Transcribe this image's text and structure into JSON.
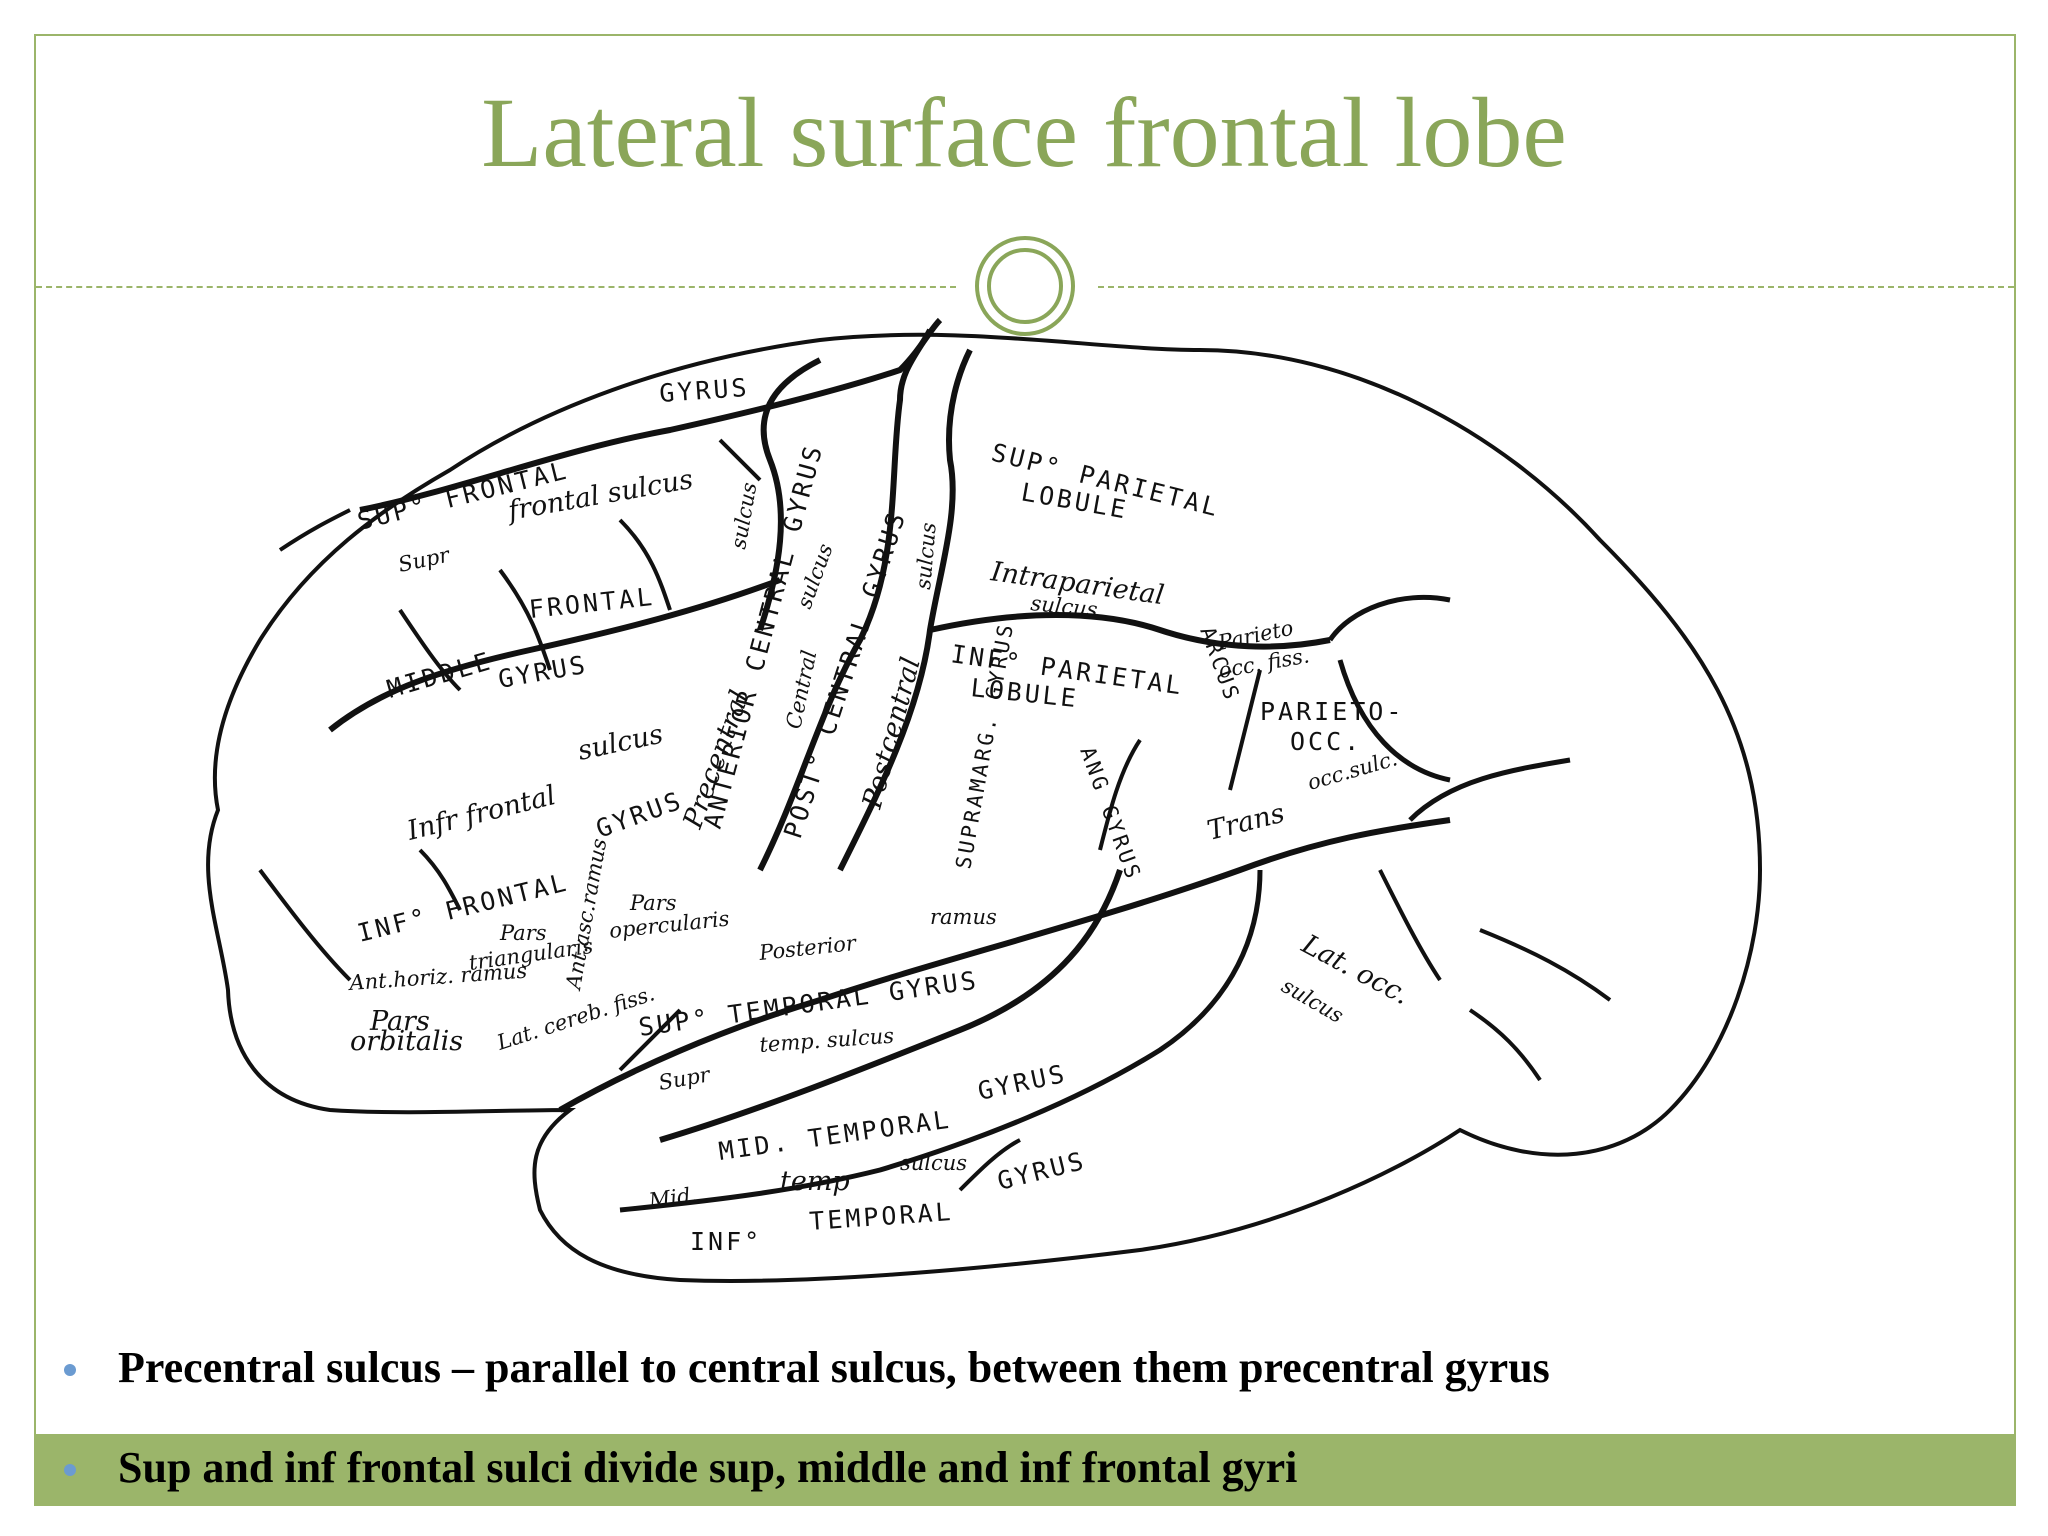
{
  "slide": {
    "title": "Lateral surface frontal lobe"
  },
  "diagram": {
    "labels": {
      "gyrus_top": "GYRUS",
      "sup_frontal": "SUP° FRONTAL",
      "sup_frontal_sulcus_a": "Supr",
      "sup_frontal_sulcus_b": "frontal sulcus",
      "middle": "MIDDLE",
      "frontal": "FRONTAL",
      "gyrus_mid": "GYRUS",
      "infr_frontal_a": "Infr frontal",
      "infr_frontal_b": "sulcus",
      "gyrus_inf": "GYRUS",
      "inf_frontal": "INF° FRONTAL",
      "pars_tri_a": "Pars",
      "pars_tri_b": "triangularis",
      "ant_asc_ramus": "Ant.asc.ramus",
      "pars_operc_a": "Pars",
      "pars_operc_b": "opercularis",
      "ant_horiz_ramus": "Ant.horiz. ramus",
      "pars_orb_a": "Pars",
      "pars_orb_b": "orbitalis",
      "lat_cereb_fiss": "Lat. cereb. fiss.",
      "posterior": "Posterior",
      "ramus": "ramus",
      "sup_temporal": "SUP° TEMPORAL GYRUS",
      "supr_temp_a": "Supr",
      "supr_temp_b": "temp. sulcus",
      "mid_temporal": "MID. TEMPORAL",
      "gyrus_temp": "GYRUS",
      "mid_temp_sulcus_a": "Mid.",
      "mid_temp_sulcus_b": "temp",
      "mid_temp_sulcus_c": "sulcus",
      "inf_temporal_a": "INF°",
      "inf_temporal_b": "TEMPORAL",
      "inf_temporal_c": "GYRUS",
      "precentral_sulcus_a": "sulcus",
      "precentral_sulcus_b": "Precentral",
      "anterior_central": "ANTERIOR CENTRAL GYRUS",
      "central_sulcus_a": "Central",
      "central_sulcus_b": "sulcus",
      "post_central": "POST° CENTRAL GYRUS",
      "postcentral_sulcus_a": "Postcentral",
      "postcentral_sulcus_b": "sulcus",
      "sup_parietal_a": "SUP° PARIETAL",
      "sup_parietal_b": "LOBULE",
      "intraparietal_a": "Intraparietal",
      "intraparietal_b": "sulcus",
      "inf_parietal_a": "INF° PARIETAL",
      "inf_parietal_b": "LOBULE",
      "supramarg": "SUPRAMARG. GYRUS",
      "ang_gyrus": "ANG GYRUS",
      "arcus": "ARCUS",
      "parieto_occ_fiss_a": "Parieto",
      "parieto_occ_fiss_b": "occ. fiss.",
      "parieto_occ_a": "PARIETO-",
      "parieto_occ_b": "OCC.",
      "trans": "Trans",
      "occ_sulc": "occ.sulc.",
      "lat_occ_a": "Lat. occ.",
      "lat_occ_b": "sulcus"
    }
  },
  "bullets": [
    "Precentral sulcus – parallel to central sulcus,  between them precentral gyrus",
    "Sup and inf frontal sulci divide sup, middle and inf frontal gyri"
  ],
  "colors": {
    "title": "#8aa659",
    "border": "#9bb56a",
    "bullet": "#6b9bd1",
    "highlight_row": "#9bb56a"
  }
}
